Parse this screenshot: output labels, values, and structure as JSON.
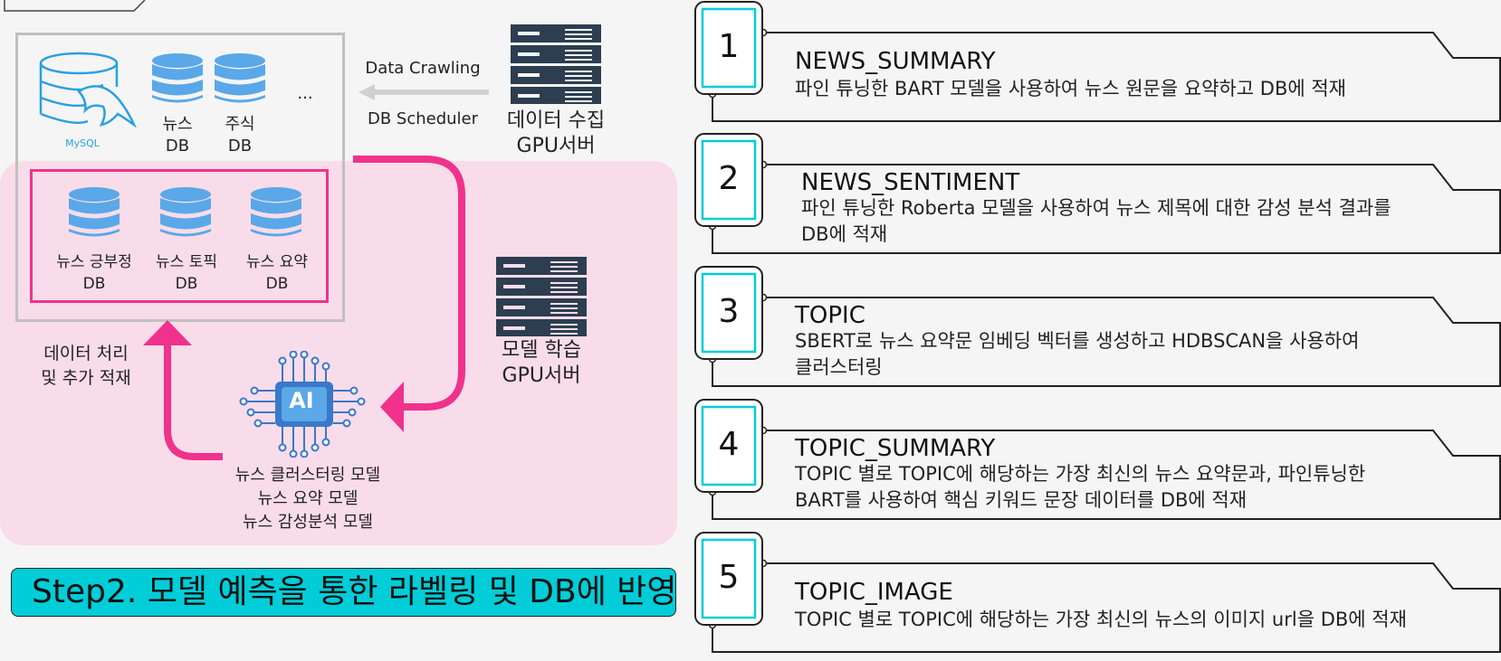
{
  "left": {
    "mysql_label": "MySQL",
    "db_news": "뉴스\nDB",
    "db_stock": "주식\nDB",
    "ellipsis": "...",
    "data_crawling": "Data Crawling",
    "db_scheduler": "DB Scheduler",
    "collect_server": "데이터 수집\nGPU서버",
    "db_sentiment": "뉴스 긍부정\nDB",
    "db_topic": "뉴스 토픽\nDB",
    "db_summary": "뉴스 요약\nDB",
    "train_server": "모델 학습\nGPU서버",
    "process_label": "데이터 처리\n및 추가 적재",
    "ai_label": "AI",
    "models": "뉴스 클러스터링 모델\n뉴스 요약 모델\n뉴스 감성분석 모델",
    "step_title": "Step2. 모델 예측을 통한 라벨링 및 DB에 반영"
  },
  "cards": [
    {
      "num": "1",
      "title": "NEWS_SUMMARY",
      "desc": "파인 튜닝한 BART 모델을 사용하여 뉴스 원문을 요약하고 DB에 적재"
    },
    {
      "num": "2",
      "title": "NEWS_SENTIMENT",
      "desc": "파인 튜닝한 Roberta 모델을 사용하여 뉴스 제목에 대한 감성 분석 결과를\nDB에 적재"
    },
    {
      "num": "3",
      "title": "TOPIC",
      "desc": "SBERT로 뉴스 요약문 임베딩 벡터를 생성하고 HDBSCAN을 사용하여\n클러스터링"
    },
    {
      "num": "4",
      "title": "TOPIC_SUMMARY",
      "desc": "TOPIC 별로 TOPIC에 해당하는 가장 최신의 뉴스 요약문과, 파인튜닝한\nBART를 사용하여 핵심 키워드 문장 데이터를 DB에 적재"
    },
    {
      "num": "5",
      "title": "TOPIC_IMAGE",
      "desc": "TOPIC 별로 TOPIC에 해당하는 가장 최신의 뉴스의 이미지 url을 DB에 적재"
    }
  ],
  "colors": {
    "pink": "#f0328c",
    "cyan": "#00cdd8",
    "db_blue": "#5aa8e8",
    "panel_pink": "#f9dce9"
  }
}
